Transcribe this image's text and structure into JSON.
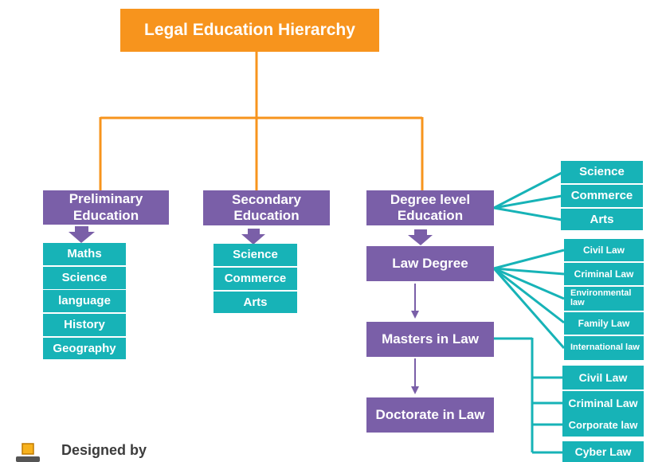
{
  "title": "Legal Education Hierarchy",
  "branches": {
    "preliminary": {
      "label": "Preliminary Education",
      "subjects": [
        "Maths",
        "Science",
        "language",
        "History",
        "Geography"
      ]
    },
    "secondary": {
      "label": "Secondary Education",
      "subjects": [
        "Science",
        "Commerce",
        "Arts"
      ]
    },
    "degree": {
      "label": "Degree level Education",
      "streams": [
        "Science",
        "Commerce",
        "Arts"
      ],
      "law_degree": {
        "label": "Law Degree",
        "specializations": [
          "Civil Law",
          "Criminal Law",
          "Environmental law",
          "Family Law",
          "International law"
        ]
      },
      "masters": {
        "label": "Masters in Law",
        "specializations": [
          "Civil Law",
          "Criminal Law",
          "Corporate law",
          "Cyber Law"
        ]
      },
      "doctorate": {
        "label": "Doctorate in Law"
      }
    }
  },
  "footer": {
    "text": "Designed by"
  },
  "colors": {
    "root": "#f7941d",
    "category": "#7a5fa8",
    "leaf": "#17b3b7",
    "connector": "#f7941d",
    "leaf_connector": "#17b3b7"
  }
}
